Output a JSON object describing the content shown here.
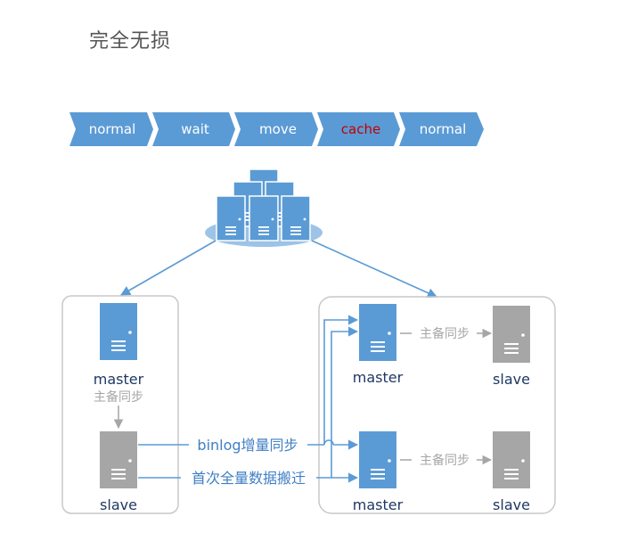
{
  "title": "完全无损",
  "pipeline": [
    {
      "label": "normal",
      "color": "#ffffff"
    },
    {
      "label": "wait",
      "color": "#ffffff"
    },
    {
      "label": "move",
      "color": "#ffffff"
    },
    {
      "label": "cache",
      "color": "#c00000"
    },
    {
      "label": "normal",
      "color": "#ffffff"
    }
  ],
  "colors": {
    "accent": "#5b9bd5",
    "accent_dark": "#3b7cc0",
    "server_blue": "#5b9bd5",
    "server_gray": "#a6a6a6",
    "cloud": "#9dc3e6",
    "group_border": "#c8c8c8",
    "gray_text": "#a6a6a6",
    "label_blue": "#3f7fc4"
  },
  "left_group": {
    "master_label": "master",
    "sync_label": "主备同步",
    "slave_label": "slave"
  },
  "right_group": {
    "top_master_label": "master",
    "top_sync_label": "主备同步",
    "top_slave_label": "slave",
    "bottom_master_label": "master",
    "bottom_sync_label": "主备同步",
    "bottom_slave_label": "slave"
  },
  "migration": {
    "incremental_label": "binlog增量同步",
    "full_label": "首次全量数据搬迁"
  }
}
